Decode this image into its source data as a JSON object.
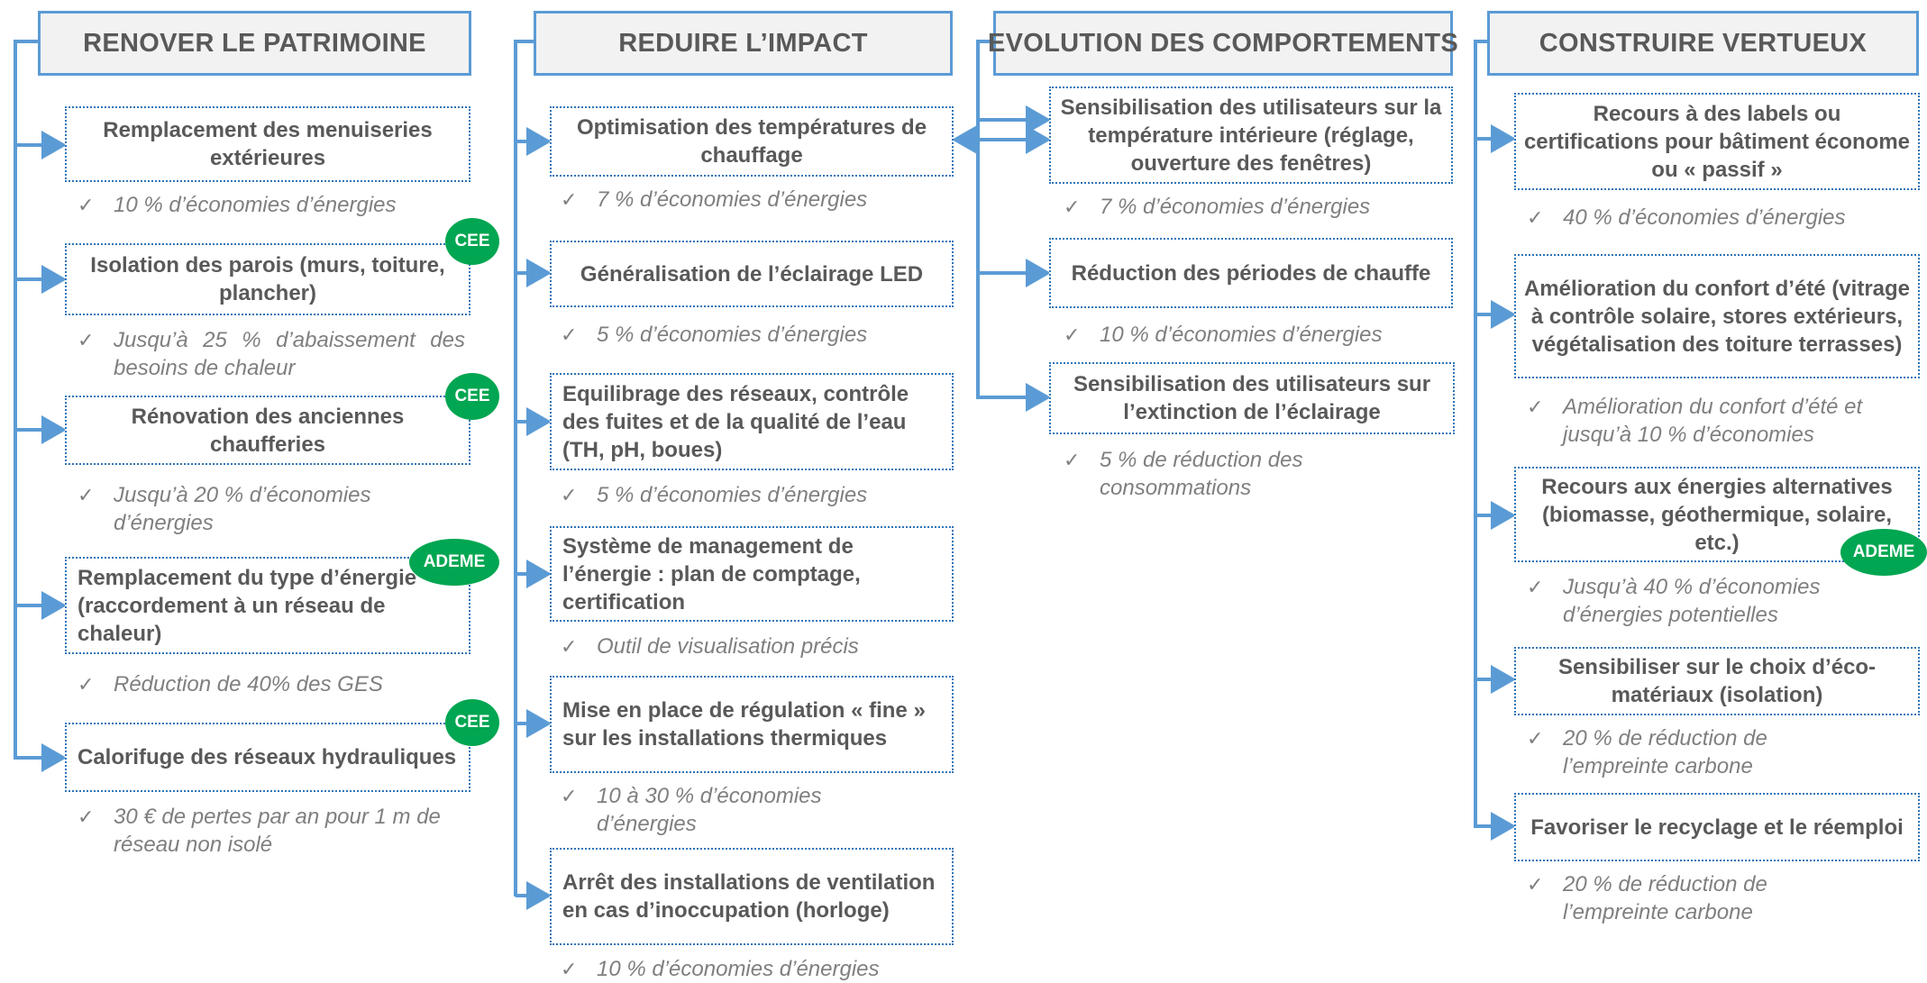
{
  "columns": [
    {
      "title": "RENOVER LE PATRIMOINE",
      "items": [
        {
          "label": "Remplacement des menuiseries extérieures",
          "note": "10 % d’économies d’énergies"
        },
        {
          "label": "Isolation des parois (murs, toiture, plancher)",
          "note": "Jusqu’à 25 % d’abaissement des besoins de chaleur",
          "badge": "CEE"
        },
        {
          "label": "Rénovation des anciennes chaufferies",
          "note": "Jusqu’à 20 % d’économies d’énergies",
          "badge": "CEE"
        },
        {
          "label": "Remplacement du type d’énergie (raccordement à un réseau de chaleur)",
          "note": "Réduction de 40% des GES",
          "badge": "ADEME"
        },
        {
          "label": "Calorifuge des réseaux hydrauliques",
          "note": "30 € de pertes par an pour 1 m de réseau non isolé",
          "badge": "CEE"
        }
      ]
    },
    {
      "title": "REDUIRE L’IMPACT",
      "items": [
        {
          "label": "Optimisation des températures de chauffage",
          "note": "7 % d’économies d’énergies"
        },
        {
          "label": "Généralisation de l’éclairage LED",
          "note": "5 % d’économies d’énergies"
        },
        {
          "label": "Equilibrage des réseaux, contrôle des fuites et de la qualité de l’eau (TH, pH, boues)",
          "note": "5 % d’économies d’énergies"
        },
        {
          "label": "Système de management de l’énergie : plan de comptage, certification",
          "note": "Outil de visualisation précis"
        },
        {
          "label": "Mise en place de régulation « fine » sur les installations thermiques",
          "note": "10 à 30 % d’économies d’énergies"
        },
        {
          "label": "Arrêt des installations de ventilation en cas d’inoccupation (horloge)",
          "note": "10 % d’économies d’énergies"
        }
      ]
    },
    {
      "title": "EVOLUTION DES COMPORTEMENTS",
      "items": [
        {
          "label": "Sensibilisation des utilisateurs sur la température intérieure (réglage, ouverture des fenêtres)",
          "note": "7 % d’économies d’énergies"
        },
        {
          "label": "Réduction des périodes de chauffe",
          "note": "10 % d’économies d’énergies"
        },
        {
          "label": "Sensibilisation des utilisateurs sur l’extinction de l’éclairage",
          "note": "5 % de réduction des consommations"
        }
      ]
    },
    {
      "title": "CONSTRUIRE VERTUEUX",
      "items": [
        {
          "label": "Recours à des labels ou certifications pour bâtiment économe ou « passif »",
          "note": "40 % d’économies d’énergies"
        },
        {
          "label": "Amélioration du confort d’été (vitrage à contrôle solaire, stores extérieurs, végétalisation des toiture terrasses)",
          "note": "Amélioration du confort d’été et jusqu’à 10 % d’économies"
        },
        {
          "label": "Recours aux énergies alternatives (biomasse, géothermique, solaire, etc.)",
          "note": "Jusqu’à 40 % d’économies d’énergies potentielles",
          "badge": "ADEME"
        },
        {
          "label": "Sensibiliser sur le choix d’éco-matériaux (isolation)",
          "note": "20 % de réduction de l’empreinte carbone"
        },
        {
          "label": "Favoriser le recyclage et le réemploi",
          "note": "20 % de réduction de l’empreinte carbone"
        }
      ]
    }
  ],
  "check_symbol": "✓",
  "colors": {
    "connector": "#5B9BD5",
    "header_bg": "#F2F2F2",
    "badge": "#00A651",
    "text": "#595959",
    "note": "#7F7F7F"
  }
}
